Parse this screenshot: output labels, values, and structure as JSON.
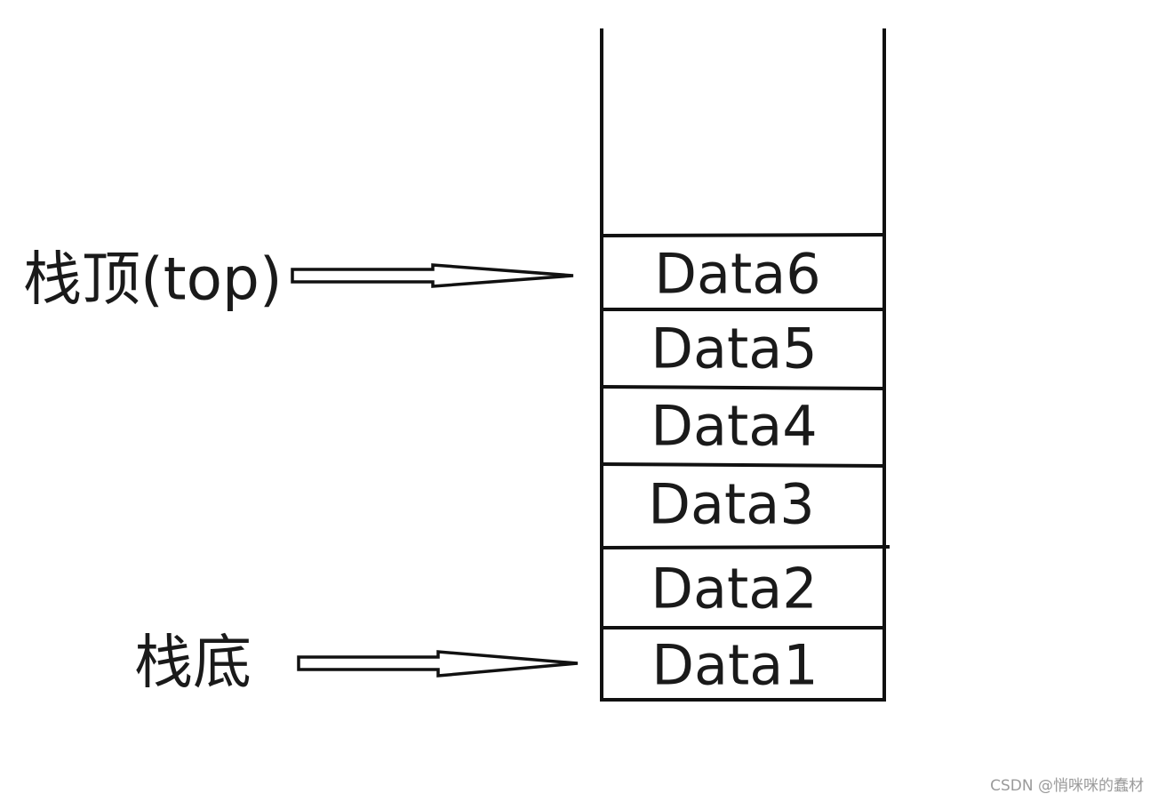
{
  "stack": {
    "cells": [
      {
        "label": "Data6"
      },
      {
        "label": "Data5"
      },
      {
        "label": "Data4"
      },
      {
        "label": "Data3"
      },
      {
        "label": "Data2"
      },
      {
        "label": "Data1"
      }
    ]
  },
  "labels": {
    "top": "栈顶(top)",
    "bottom": "栈底"
  },
  "watermark": "CSDN @悄咪咪的蠢材"
}
